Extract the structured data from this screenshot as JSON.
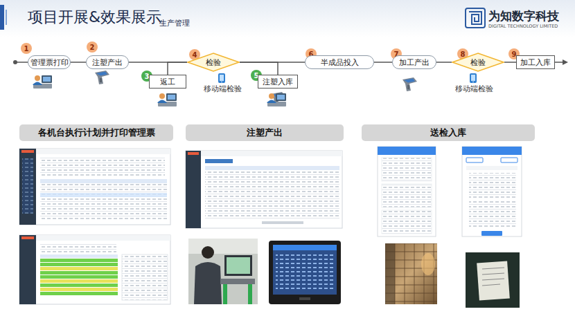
{
  "diagram": {
    "title": "项目开展&效果展示",
    "nodes": [
      {
        "text": [
          "1"
        ]
      },
      {
        "text": [
          "管理票打印"
        ]
      },
      {
        "text": [
          "2"
        ]
      },
      {
        "text": [
          "注塑产出"
        ]
      },
      {
        "text": [
          "3"
        ]
      },
      {
        "text": [
          "返工"
        ]
      },
      {
        "text": [
          "4"
        ]
      },
      {
        "text": [
          "检验"
        ]
      },
      {
        "text": [
          "5"
        ]
      },
      {
        "text": [
          "注塑入库"
        ]
      },
      {
        "text": [
          "6"
        ]
      },
      {
        "text": [
          "半成品投入"
        ]
      },
      {
        "text": [
          "7"
        ]
      },
      {
        "text": [
          "加工产出"
        ]
      },
      {
        "text": [
          "8"
        ]
      },
      {
        "text": [
          "检验"
        ]
      },
      {
        "text": [
          "9"
        ]
      },
      {
        "text": [
          "加工入库"
        ]
      },
      {
        "text": [
          "各机台执行计划并打印管理票"
        ]
      },
      {
        "text": [
          "注塑产出"
        ]
      },
      {
        "text": [
          "送检入库"
        ]
      }
    ],
    "edges": [
      {
        "from": 1,
        "to": 3,
        "arrow": "none"
      },
      {
        "from": 3,
        "to": 7,
        "arrow": "none"
      },
      {
        "from": 7,
        "to": 11,
        "arrow": "none"
      },
      {
        "from": 11,
        "to": 13,
        "arrow": "none"
      },
      {
        "from": 13,
        "to": 15,
        "arrow": "none"
      },
      {
        "from": 15,
        "to": 17,
        "arrow": "none"
      },
      {
        "from": 7,
        "to": 5,
        "arrow": "none"
      },
      {
        "from": 7,
        "to": 9,
        "arrow": "none"
      }
    ],
    "labels": [
      "生产管理",
      "为知数字科技",
      "DIGITAL TECHNOLOGY LIMITED",
      "移动端检验",
      "移动端检验"
    ]
  }
}
